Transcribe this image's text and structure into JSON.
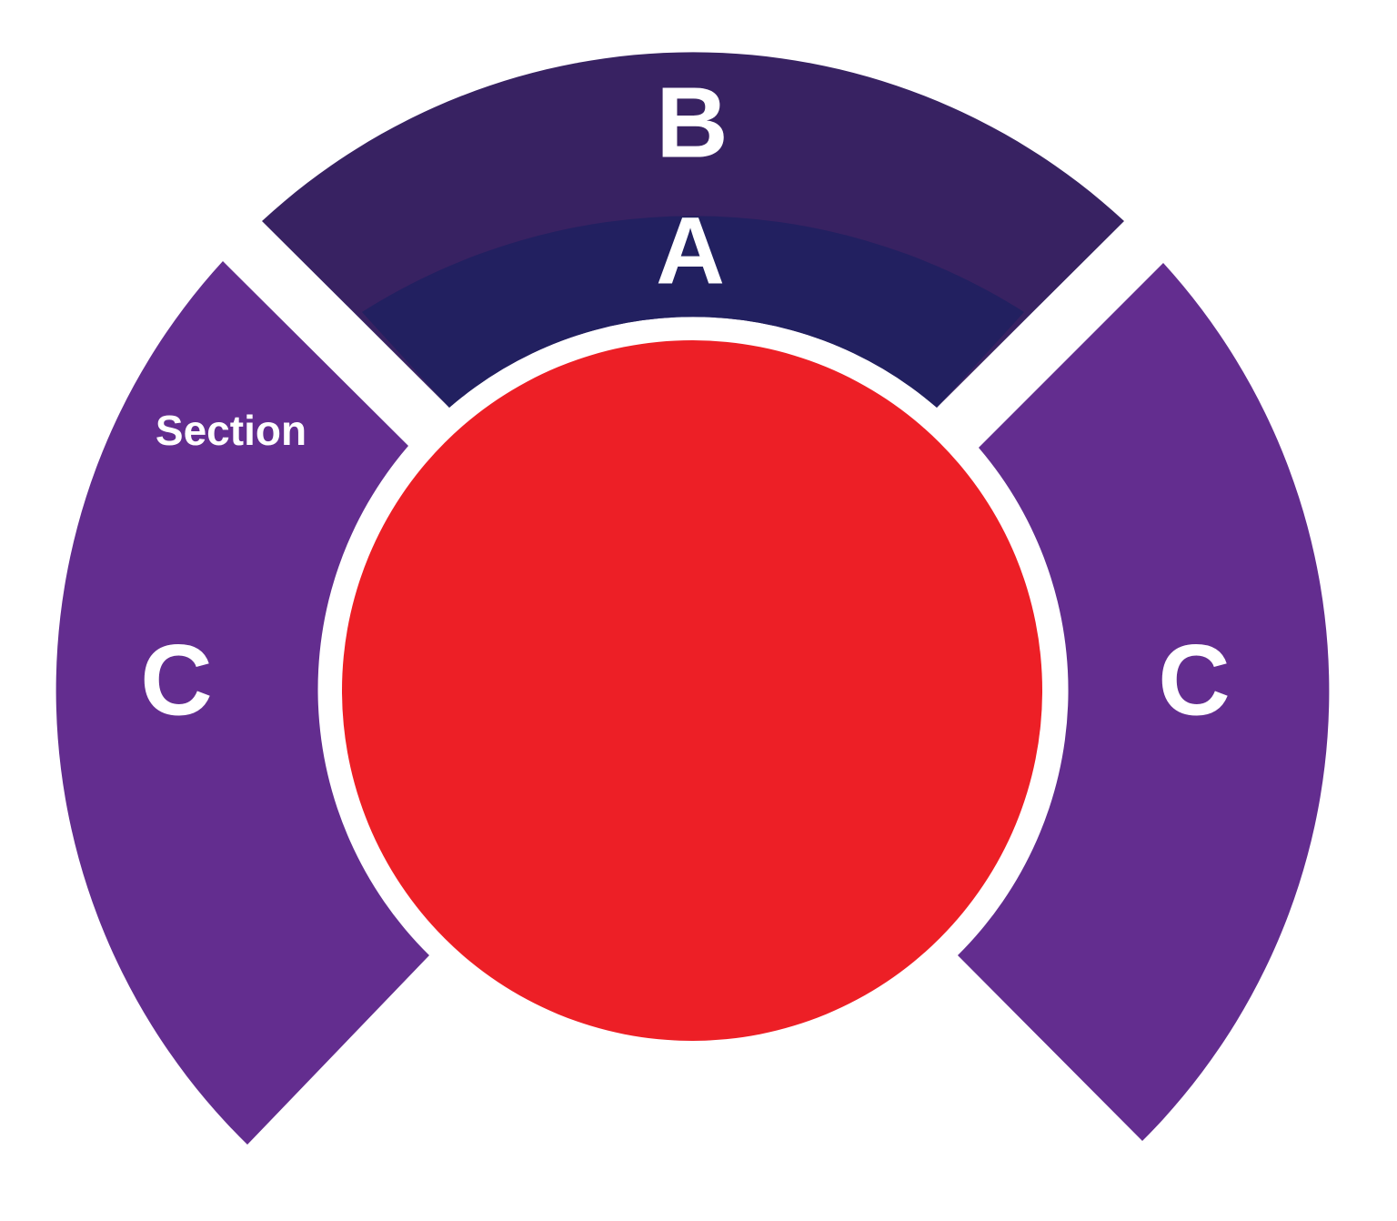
{
  "map": {
    "sections": [
      {
        "id": "center",
        "label": "",
        "color": "#ed1f26"
      },
      {
        "id": "A",
        "label": "A",
        "color": "#222060"
      },
      {
        "id": "B",
        "label": "B",
        "color": "#382262"
      },
      {
        "id": "C-left",
        "label": "C",
        "color": "#632d8f"
      },
      {
        "id": "C-right",
        "label": "C",
        "color": "#632d8f"
      }
    ],
    "section_caption": "Section"
  }
}
